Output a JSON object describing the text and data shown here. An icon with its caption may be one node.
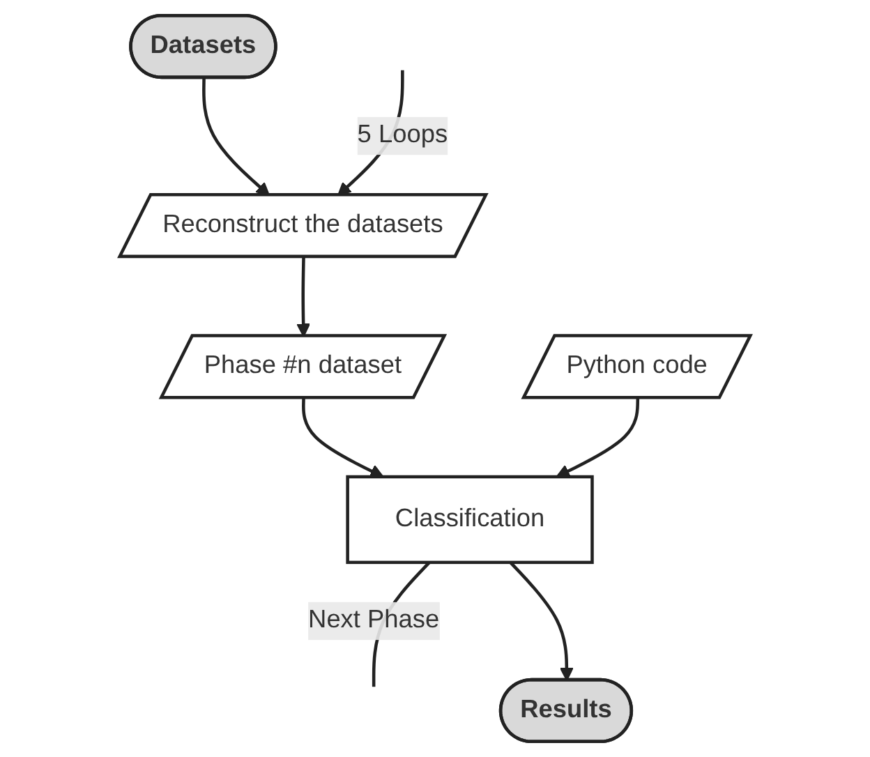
{
  "diagram": {
    "nodes": [
      {
        "text": [
          "Datasets"
        ]
      },
      {
        "text": [
          "Reconstruct the datasets"
        ]
      },
      {
        "text": [
          "Phase #n dataset"
        ]
      },
      {
        "text": [
          "Python code"
        ]
      },
      {
        "text": [
          "Classification"
        ]
      },
      {
        "text": [
          "Results"
        ]
      }
    ],
    "edges": [
      {
        "from": 0,
        "to": 1,
        "arrow": "to"
      },
      {
        "from": null,
        "to": 1,
        "arrow": "to",
        "label": "5 Loops"
      },
      {
        "from": 1,
        "to": 2,
        "arrow": "to"
      },
      {
        "from": 2,
        "to": 4,
        "arrow": "to"
      },
      {
        "from": 3,
        "to": 4,
        "arrow": "to"
      },
      {
        "from": 4,
        "to": null,
        "arrow": "none",
        "label": "Next Phase"
      },
      {
        "from": 4,
        "to": 5,
        "arrow": "to"
      }
    ]
  }
}
